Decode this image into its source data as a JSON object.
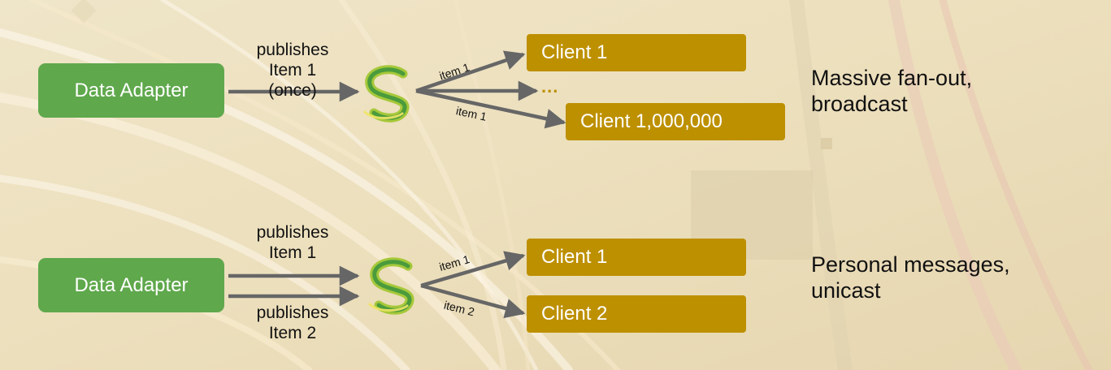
{
  "colors": {
    "adapter": "#5fa84c",
    "client": "#bd9000",
    "arrow": "#666666",
    "text": "#111111",
    "background": "#ede0bf"
  },
  "top": {
    "adapter": "Data Adapter",
    "publish_lines": [
      "publishes",
      "Item 1",
      "(once)"
    ],
    "item_labels": [
      "item 1",
      "item 1"
    ],
    "ellipsis": "...",
    "clients": [
      "Client 1",
      "Client 1,000,000"
    ],
    "description": [
      "Massive fan-out,",
      "broadcast"
    ]
  },
  "bottom": {
    "adapter": "Data Adapter",
    "publish_1": [
      "publishes",
      "Item 1"
    ],
    "publish_2": [
      "publishes",
      "Item 2"
    ],
    "item_labels": [
      "item 1",
      "item 2"
    ],
    "clients": [
      "Client 1",
      "Client 2"
    ],
    "description": [
      "Personal messages,",
      "unicast"
    ]
  },
  "icons": [
    "server-logo-icon",
    "server-logo-icon"
  ]
}
